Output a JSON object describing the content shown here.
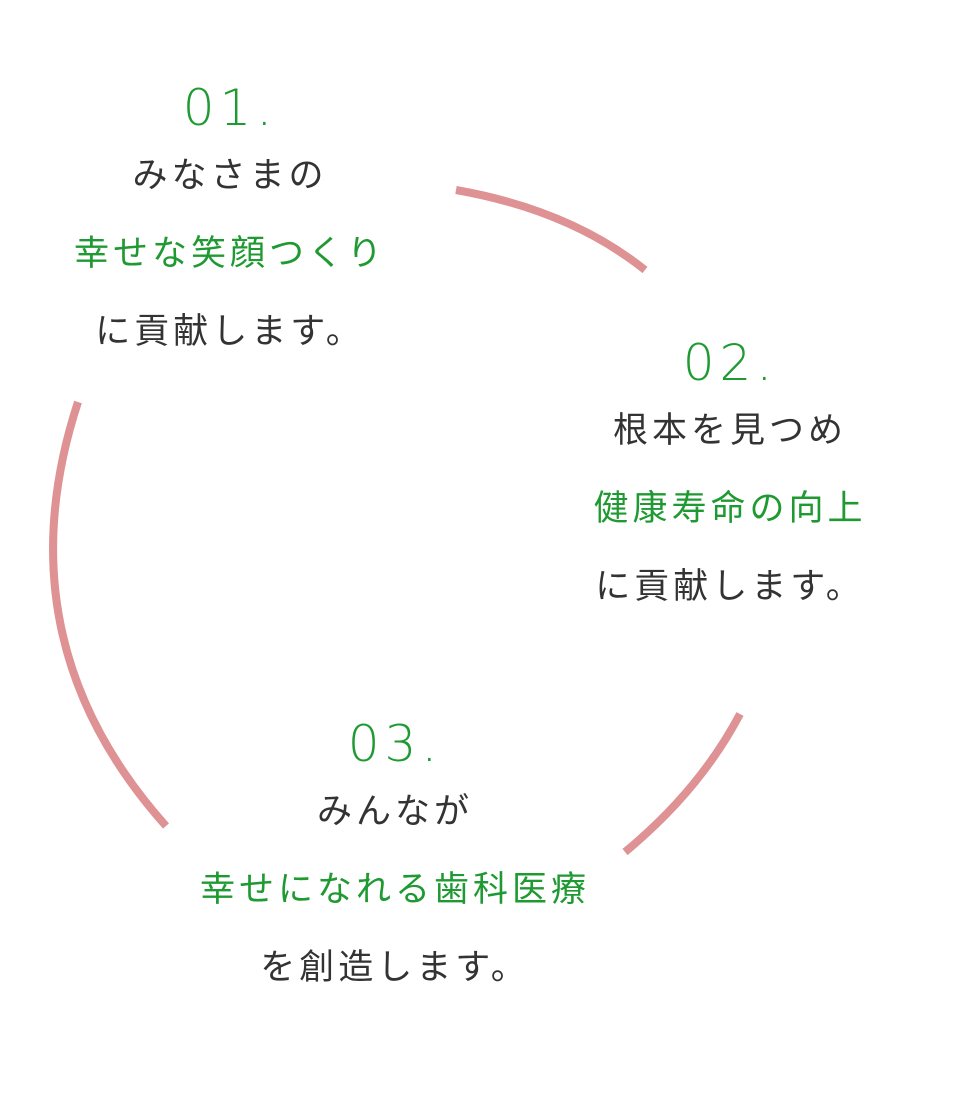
{
  "colors": {
    "accent_green": "#1f9a32",
    "text_dark": "#333333",
    "arc_pink": "#de9294",
    "background": "#ffffff"
  },
  "cycle": {
    "steps": [
      {
        "number": "01.",
        "line1": "みなさまの",
        "highlight": "幸せな笑顔つくり",
        "line3": "に貢献します。"
      },
      {
        "number": "02.",
        "line1": "根本を見つめ",
        "highlight": "健康寿命の向上",
        "line3": "に貢献します。"
      },
      {
        "number": "03.",
        "line1": "みんなが",
        "highlight": "幸せになれる歯科医療",
        "line3": "を創造します。"
      }
    ]
  }
}
